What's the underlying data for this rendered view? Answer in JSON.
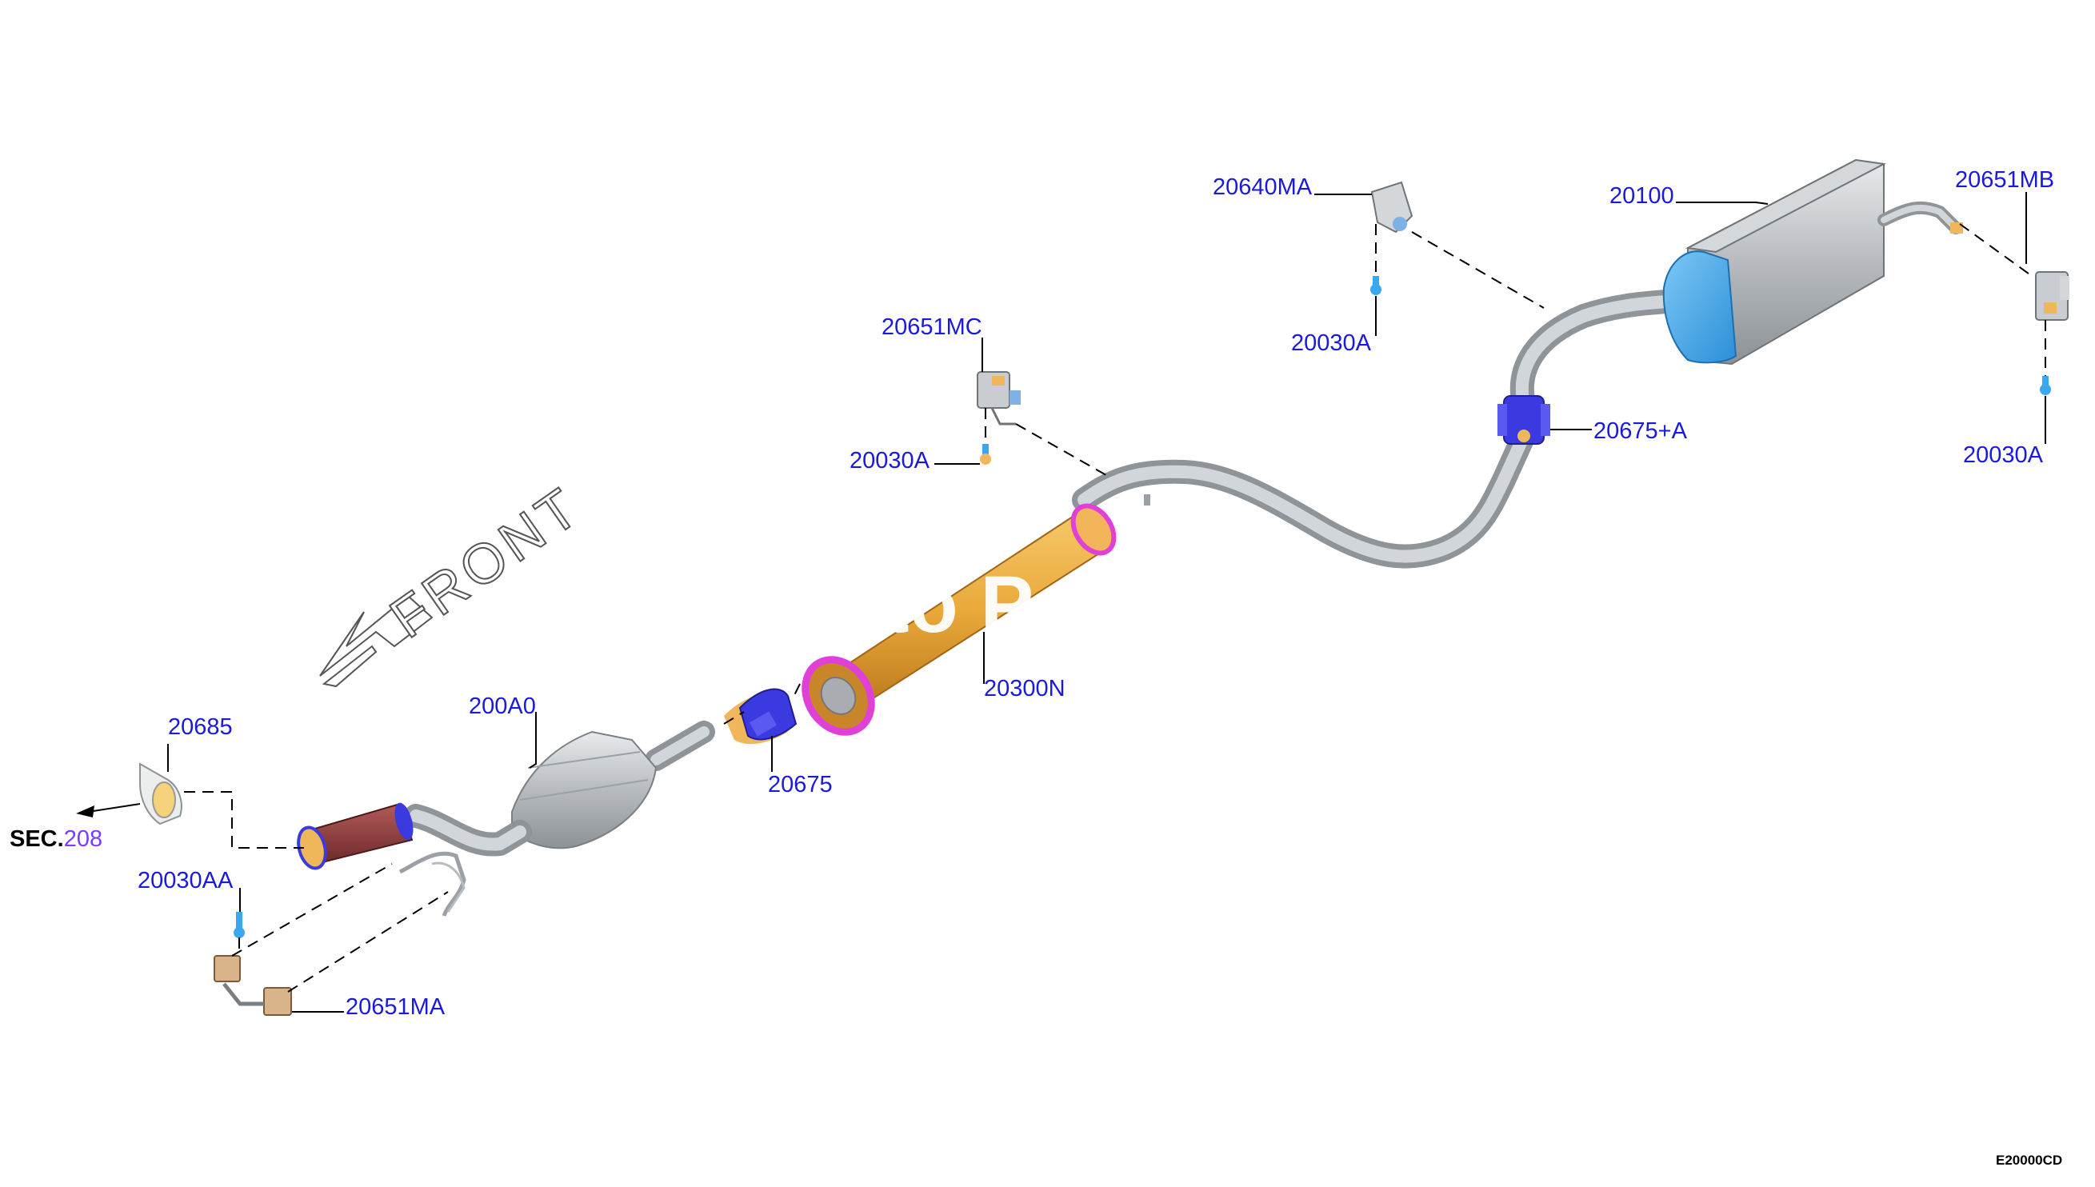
{
  "diagram": {
    "front_label": "FRONT",
    "watermark": "Auto Parts",
    "sec_prefix": "SEC.",
    "sec_number": "208",
    "figure_code": "E20000CD"
  },
  "labels": {
    "l_20685": "20685",
    "l_200A0": "200A0",
    "l_20030AA": "20030AA",
    "l_20651MA": "20651MA",
    "l_20675": "20675",
    "l_20300N": "20300N",
    "l_20651MC": "20651MC",
    "l_20030A_mid": "20030A",
    "l_20640MA": "20640MA",
    "l_20030A_top": "20030A",
    "l_20100": "20100",
    "l_20675A": "20675+A",
    "l_20651MB": "20651MB",
    "l_20030A_right": "20030A"
  },
  "colors": {
    "label_blue": "#1a1ad8",
    "sec_violet": "#7a3cff",
    "muffler_orange": "#e9a83a",
    "muffler_end_magenta": "#e040d8",
    "clamp_blue": "#3a3ae0",
    "heat_shield_red": "#8a3a3a",
    "tailpipe_cyan": "#3aa8ee",
    "pipe_gray": "#c4c8cc"
  }
}
